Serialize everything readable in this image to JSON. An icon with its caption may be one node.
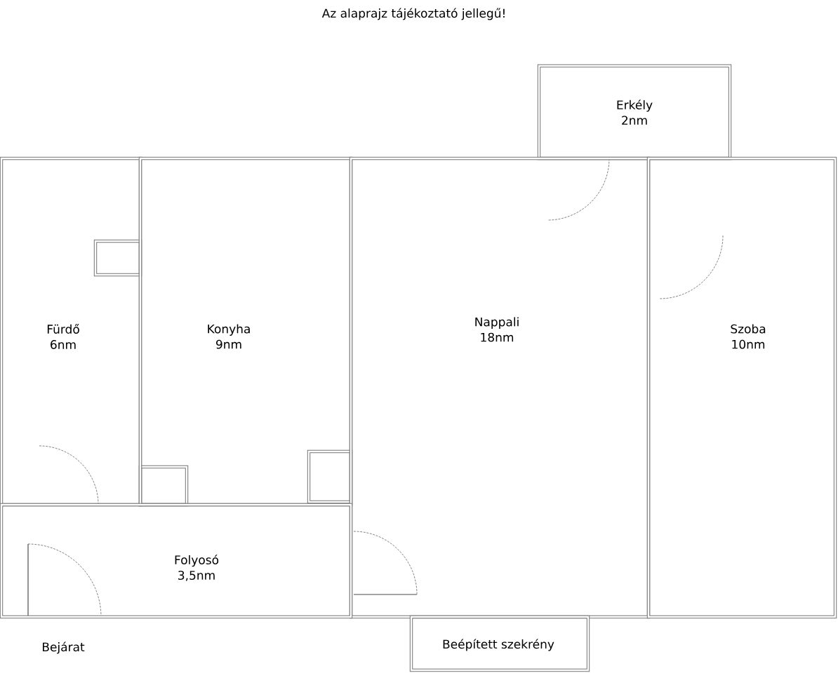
{
  "diagram": {
    "title": "Az alaprajz tájékoztató jellegű!",
    "nodes": [
      {
        "text": [
          "Erkély",
          "2nm"
        ]
      },
      {
        "text": [
          "Fürdő",
          "6nm"
        ]
      },
      {
        "text": [
          "Konyha",
          "9nm"
        ]
      },
      {
        "text": [
          "Nappali",
          "18nm"
        ]
      },
      {
        "text": [
          "Szoba",
          "10nm"
        ]
      },
      {
        "text": [
          "Folyosó",
          "3,5nm"
        ]
      },
      {
        "text": [
          "Beépített szekrény"
        ]
      }
    ],
    "edges": [],
    "labels": [
      "Bejárat"
    ]
  }
}
